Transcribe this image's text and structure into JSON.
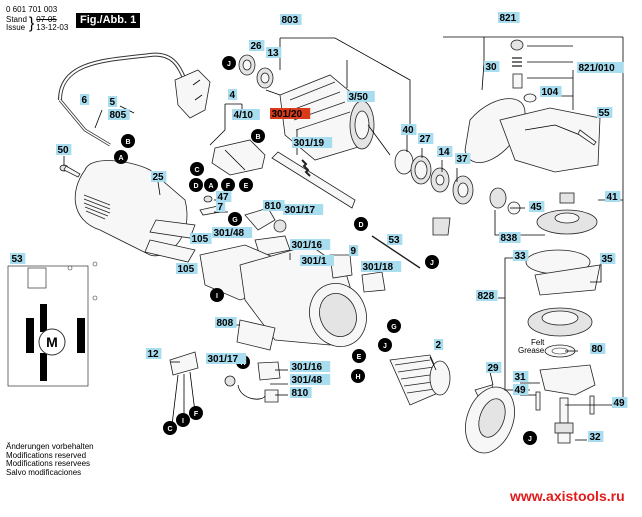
{
  "header": {
    "doc_number": "0 601 701 003",
    "stand_label": "Stand",
    "issue_label": "Issue",
    "stand_value": "07-05",
    "issue_value": "13-12-03",
    "figure_label": "Fig./Abb. 1"
  },
  "notes": [
    "Änderungen vorbehalten",
    "Modifications reserved",
    "Modifications reservees",
    "Salvo modificaciones"
  ],
  "watermark": "www.axistools.ru",
  "colors": {
    "label_bg": "#a8dcef",
    "highlight_label_bg": "#d93a1a",
    "watermark": "#e21a1a"
  },
  "part_labels": [
    {
      "id": "803",
      "text": "803"
    },
    {
      "id": "26",
      "text": "26"
    },
    {
      "id": "13",
      "text": "13"
    },
    {
      "id": "3-50",
      "text": "3/50"
    },
    {
      "id": "4",
      "text": "4"
    },
    {
      "id": "4-10",
      "text": "4/10"
    },
    {
      "id": "301-20",
      "text": "301/20",
      "highlight": true
    },
    {
      "id": "301-19",
      "text": "301/19"
    },
    {
      "id": "6",
      "text": "6"
    },
    {
      "id": "5",
      "text": "5"
    },
    {
      "id": "805",
      "text": "805"
    },
    {
      "id": "50",
      "text": "50"
    },
    {
      "id": "25",
      "text": "25"
    },
    {
      "id": "47",
      "text": "47"
    },
    {
      "id": "7",
      "text": "7"
    },
    {
      "id": "810a",
      "text": "810"
    },
    {
      "id": "301-17a",
      "text": "301/17"
    },
    {
      "id": "301-48a",
      "text": "301/48"
    },
    {
      "id": "301-16a",
      "text": "301/16"
    },
    {
      "id": "105a",
      "text": "105"
    },
    {
      "id": "105b",
      "text": "105"
    },
    {
      "id": "301-1",
      "text": "301/1"
    },
    {
      "id": "9",
      "text": "9"
    },
    {
      "id": "301-18",
      "text": "301/18"
    },
    {
      "id": "53a",
      "text": "53"
    },
    {
      "id": "53b",
      "text": "53"
    },
    {
      "id": "40",
      "text": "40"
    },
    {
      "id": "27",
      "text": "27"
    },
    {
      "id": "14",
      "text": "14"
    },
    {
      "id": "37",
      "text": "37"
    },
    {
      "id": "821",
      "text": "821"
    },
    {
      "id": "30",
      "text": "30"
    },
    {
      "id": "821-010",
      "text": "821/010"
    },
    {
      "id": "104",
      "text": "104"
    },
    {
      "id": "55",
      "text": "55"
    },
    {
      "id": "41",
      "text": "41"
    },
    {
      "id": "45",
      "text": "45"
    },
    {
      "id": "838",
      "text": "838"
    },
    {
      "id": "33",
      "text": "33"
    },
    {
      "id": "35",
      "text": "35"
    },
    {
      "id": "828",
      "text": "828"
    },
    {
      "id": "80",
      "text": "80"
    },
    {
      "id": "29",
      "text": "29"
    },
    {
      "id": "31",
      "text": "31"
    },
    {
      "id": "49a",
      "text": "49"
    },
    {
      "id": "49b",
      "text": "49"
    },
    {
      "id": "32",
      "text": "32"
    },
    {
      "id": "808",
      "text": "808"
    },
    {
      "id": "12",
      "text": "12"
    },
    {
      "id": "301-17b",
      "text": "301/17"
    },
    {
      "id": "301-16b",
      "text": "301/16"
    },
    {
      "id": "301-48b",
      "text": "301/48"
    },
    {
      "id": "810b",
      "text": "810"
    },
    {
      "id": "2",
      "text": "2"
    }
  ],
  "felt_grease": {
    "line1": "Felt",
    "line2": "Grease"
  },
  "motor_symbol": "M",
  "connectors": [
    "A",
    "B",
    "C",
    "D",
    "E",
    "F",
    "G",
    "H",
    "I",
    "J"
  ]
}
